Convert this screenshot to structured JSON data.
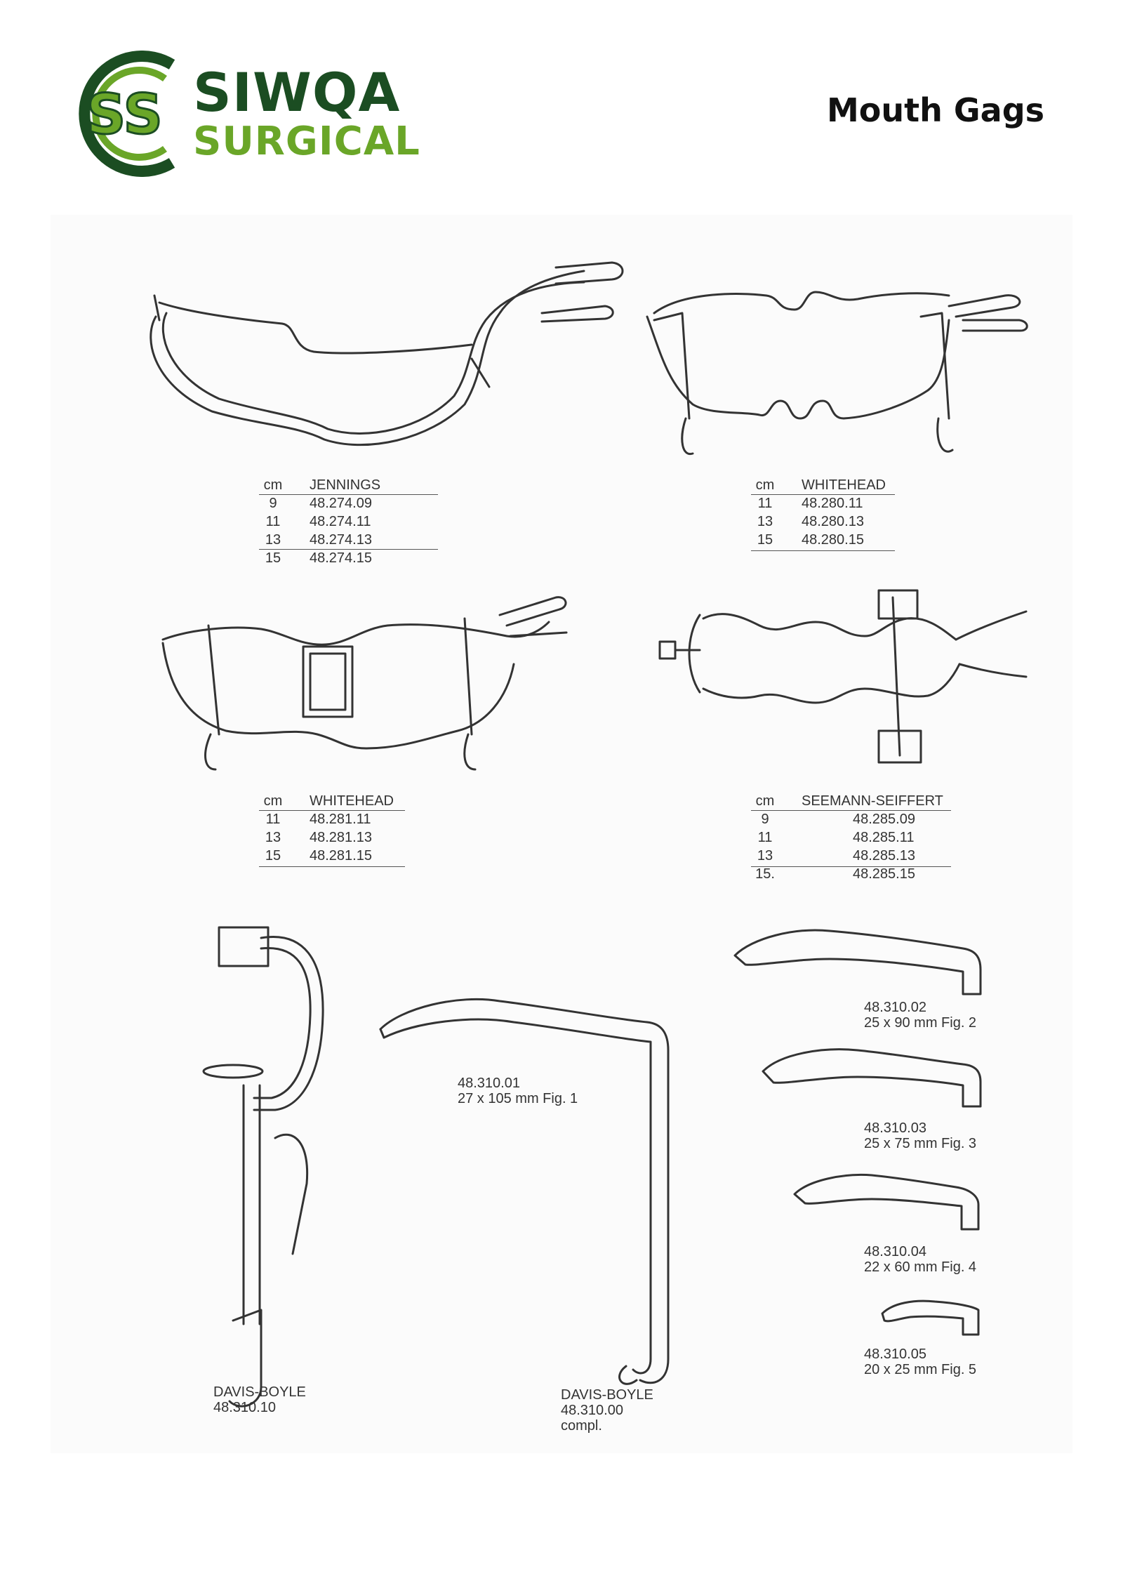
{
  "brand": {
    "name_top": "SIWQA",
    "name_bottom": "SURGICAL",
    "monogram": "SS"
  },
  "page_title": "Mouth Gags",
  "tables": [
    {
      "id": "jennings",
      "header_cm": "cm",
      "header_name": "JENNINGS",
      "rows": [
        {
          "cm": "9",
          "code": "48.274.09"
        },
        {
          "cm": "11",
          "code": "48.274.11"
        },
        {
          "cm": "13",
          "code": "48.274.13"
        },
        {
          "cm": "15",
          "code": "48.274.15"
        }
      ]
    },
    {
      "id": "whitehead-a",
      "header_cm": "cm",
      "header_name": "WHITEHEAD",
      "rows": [
        {
          "cm": "11",
          "code": "48.280.11"
        },
        {
          "cm": "13",
          "code": "48.280.13"
        },
        {
          "cm": "15",
          "code": "48.280.15"
        }
      ]
    },
    {
      "id": "whitehead-b",
      "header_cm": "cm",
      "header_name": "WHITEHEAD",
      "rows": [
        {
          "cm": "11",
          "code": "48.281.11"
        },
        {
          "cm": "13",
          "code": "48.281.13"
        },
        {
          "cm": "15",
          "code": "48.281.15"
        }
      ]
    },
    {
      "id": "seemann",
      "header_cm": "cm",
      "header_name": "SEEMANN-SEIFFERT",
      "rows": [
        {
          "cm": "9",
          "code": "48.285.09"
        },
        {
          "cm": "11",
          "code": "48.285.11"
        },
        {
          "cm": "13",
          "code": "48.285.13"
        },
        {
          "cm": "15.",
          "code": "48.285.15"
        }
      ]
    }
  ],
  "captions": {
    "blade1": [
      "48.310.01",
      "27 x 105 mm Fig. 1"
    ],
    "blade2": [
      "48.310.02",
      "25 x 90 mm Fig. 2"
    ],
    "blade3": [
      "48.310.03",
      "25 x 75 mm Fig. 3"
    ],
    "blade4": [
      "48.310.04",
      "22 x 60 mm Fig. 4"
    ],
    "blade5": [
      "48.310.05",
      "20 x 25 mm Fig. 5"
    ],
    "davis_frame": [
      "DAVIS-BOYLE",
      "48.310.10"
    ],
    "davis_compl": [
      "DAVIS-BOYLE",
      "48.310.00",
      "compl."
    ]
  },
  "colors": {
    "brand_dark": "#1b4d22",
    "brand_light": "#6aa628",
    "ink": "#333333"
  }
}
